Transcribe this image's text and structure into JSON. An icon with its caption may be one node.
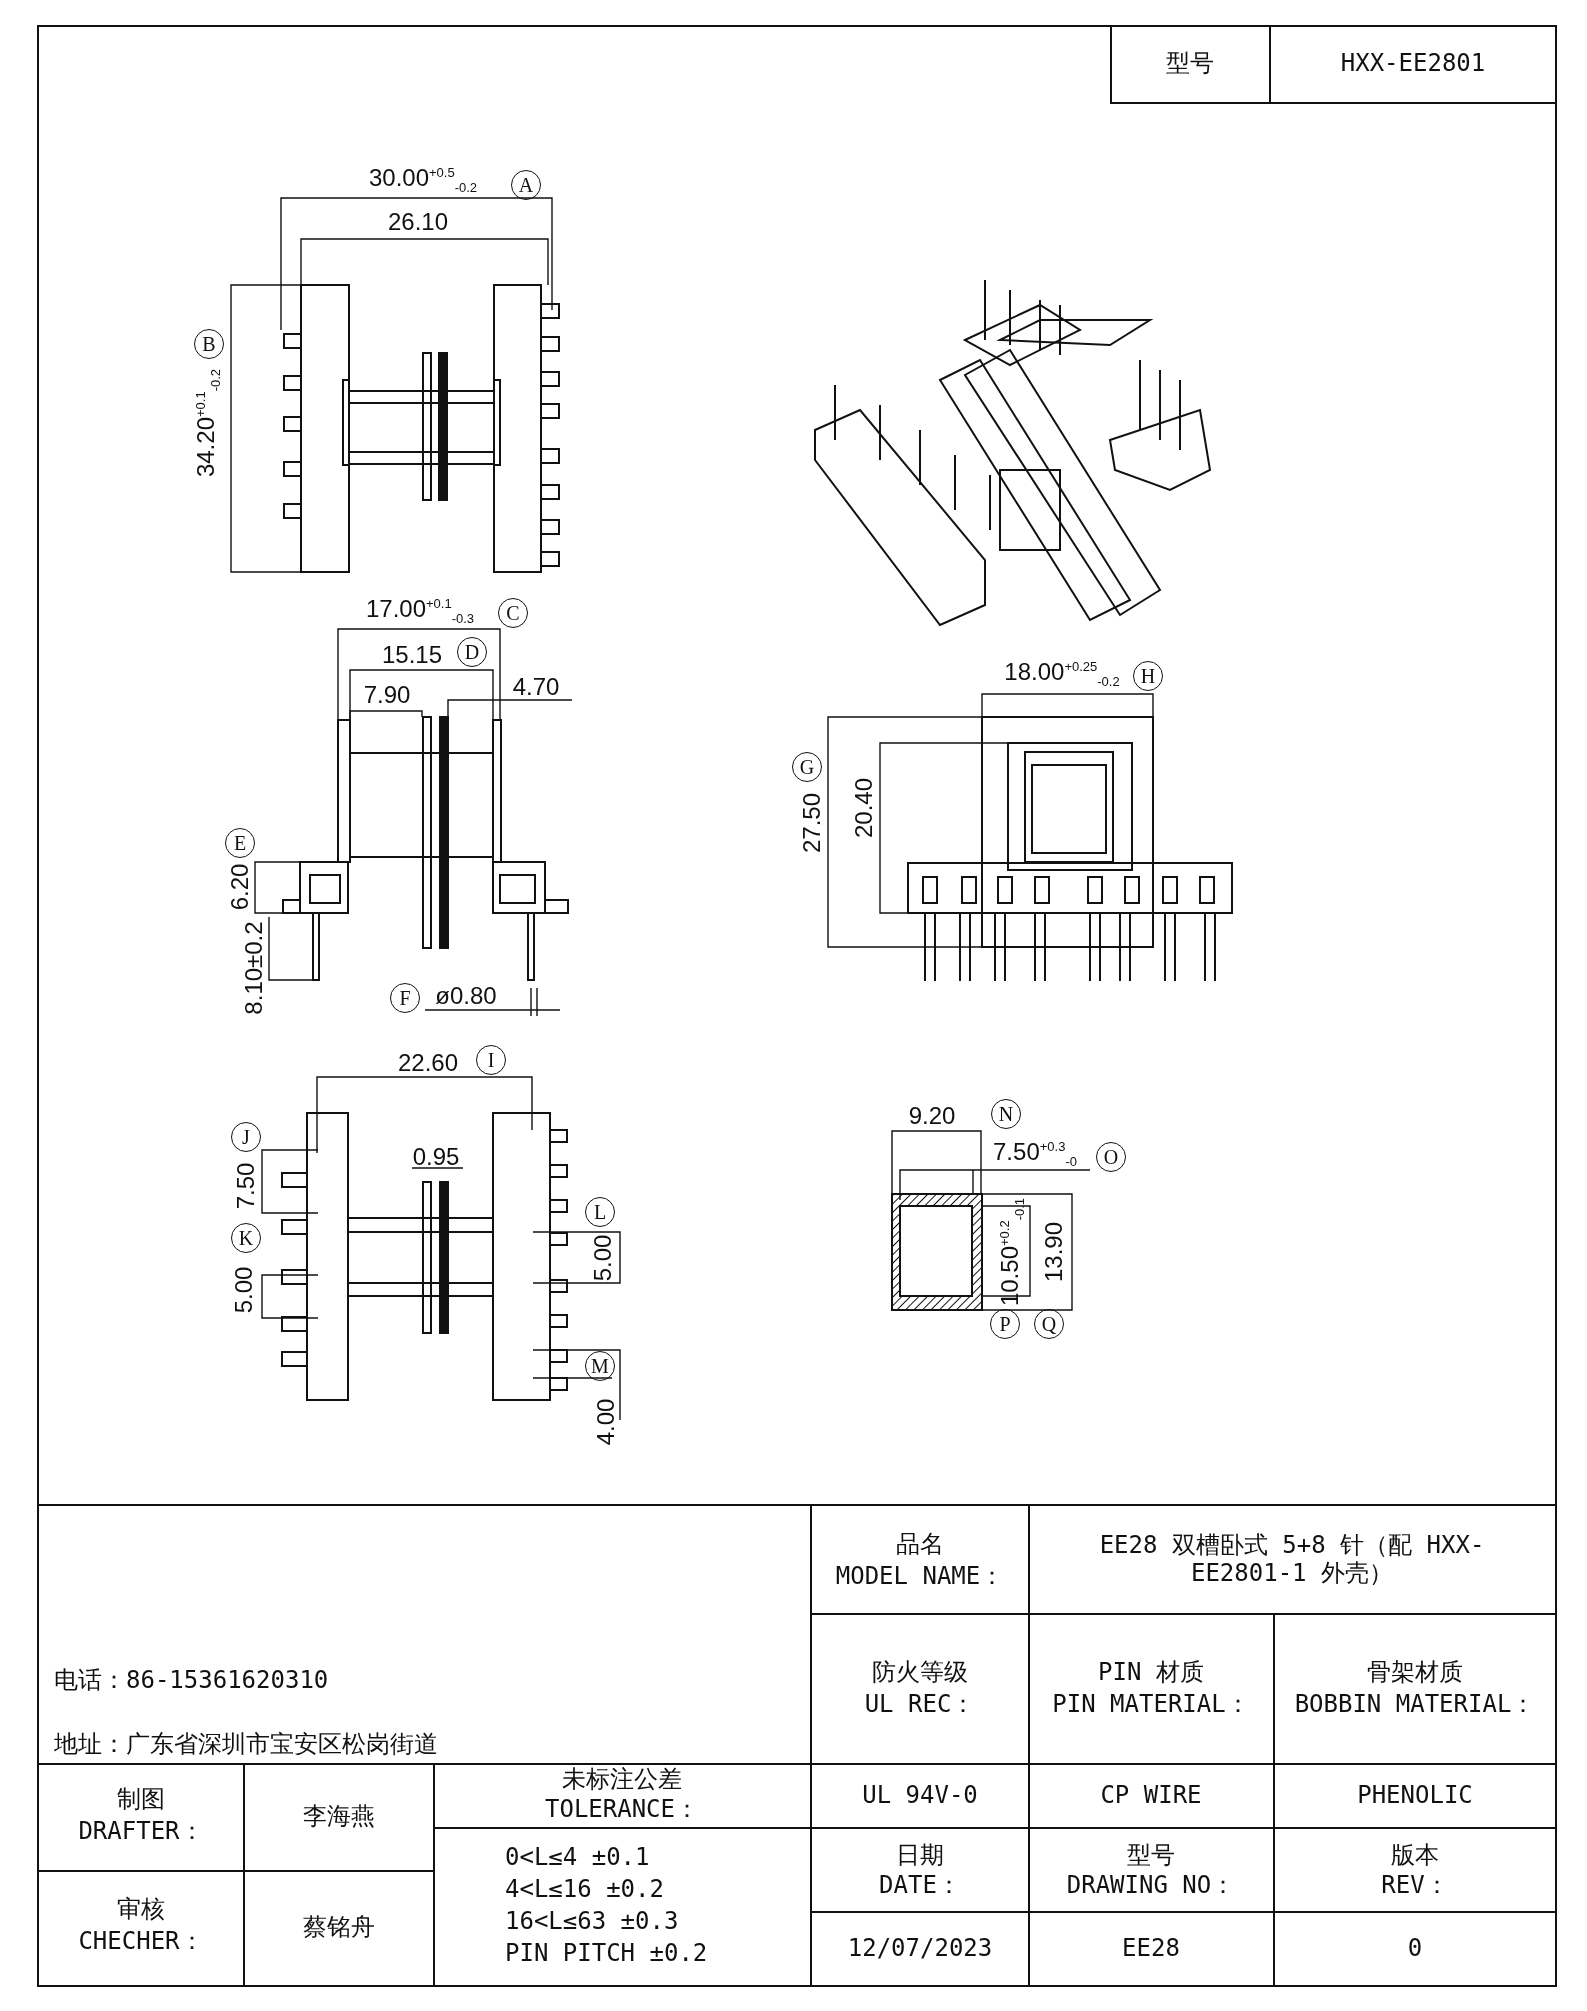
{
  "diagram": {
    "labels": [
      "型号",
      "HXX-EE2801",
      "30.00$^{+0.5}$$_{-0.2}$",
      "A",
      "26.10",
      "B",
      "34.20$^{+0.1}$$_{-0.2}$",
      "17.00$^{+0.1}$$_{-0.3}$",
      "C",
      "15.15",
      "D",
      "7.90",
      "4.70",
      "E",
      "6.20",
      "8.10±0.2",
      "F",
      "ø0.80",
      "18.00$^{+0.25}$$_{-0.2}$",
      "H",
      "G",
      "27.50",
      "20.40",
      "22.60",
      "I",
      "J",
      "7.50",
      "0.95",
      "K",
      "5.00",
      "L",
      "5.00",
      "M",
      "4.00",
      "9.20",
      "N",
      "7.50$^{+0.3}$$_{-0}$",
      "O",
      "10.50$^{+0.2}$$_{-0.1}$",
      "13.90",
      "P",
      "Q",
      "电话：86-15361620310",
      "地址：广东省深圳市宝安区松岗街道",
      "品名",
      "MODEL NAME：",
      "EE28 双槽卧式 5+8 针（配 HXX-EE2801-1 外壳）",
      "防火等级",
      "UL REC：",
      "PIN 材质",
      "PIN MATERIAL：",
      "骨架材质",
      "BOBBIN MATERIAL：",
      "制图",
      "DRAFTER：",
      "李海燕",
      "未标注公差",
      "TOLERANCE：",
      "UL 94V-0",
      "CP WIRE",
      "PHENOLIC",
      "审核",
      "CHECHER：",
      "蔡铭舟",
      "0<L≤4  ±0.1",
      "4<L≤16  ±0.2",
      "16<L≤63  ±0.3",
      "PIN PITCH  ±0.2",
      "日期",
      "DATE：",
      "型号",
      "DRAWING NO：",
      "版本",
      "REV：",
      "12/07/2023",
      "EE28",
      "0"
    ]
  }
}
